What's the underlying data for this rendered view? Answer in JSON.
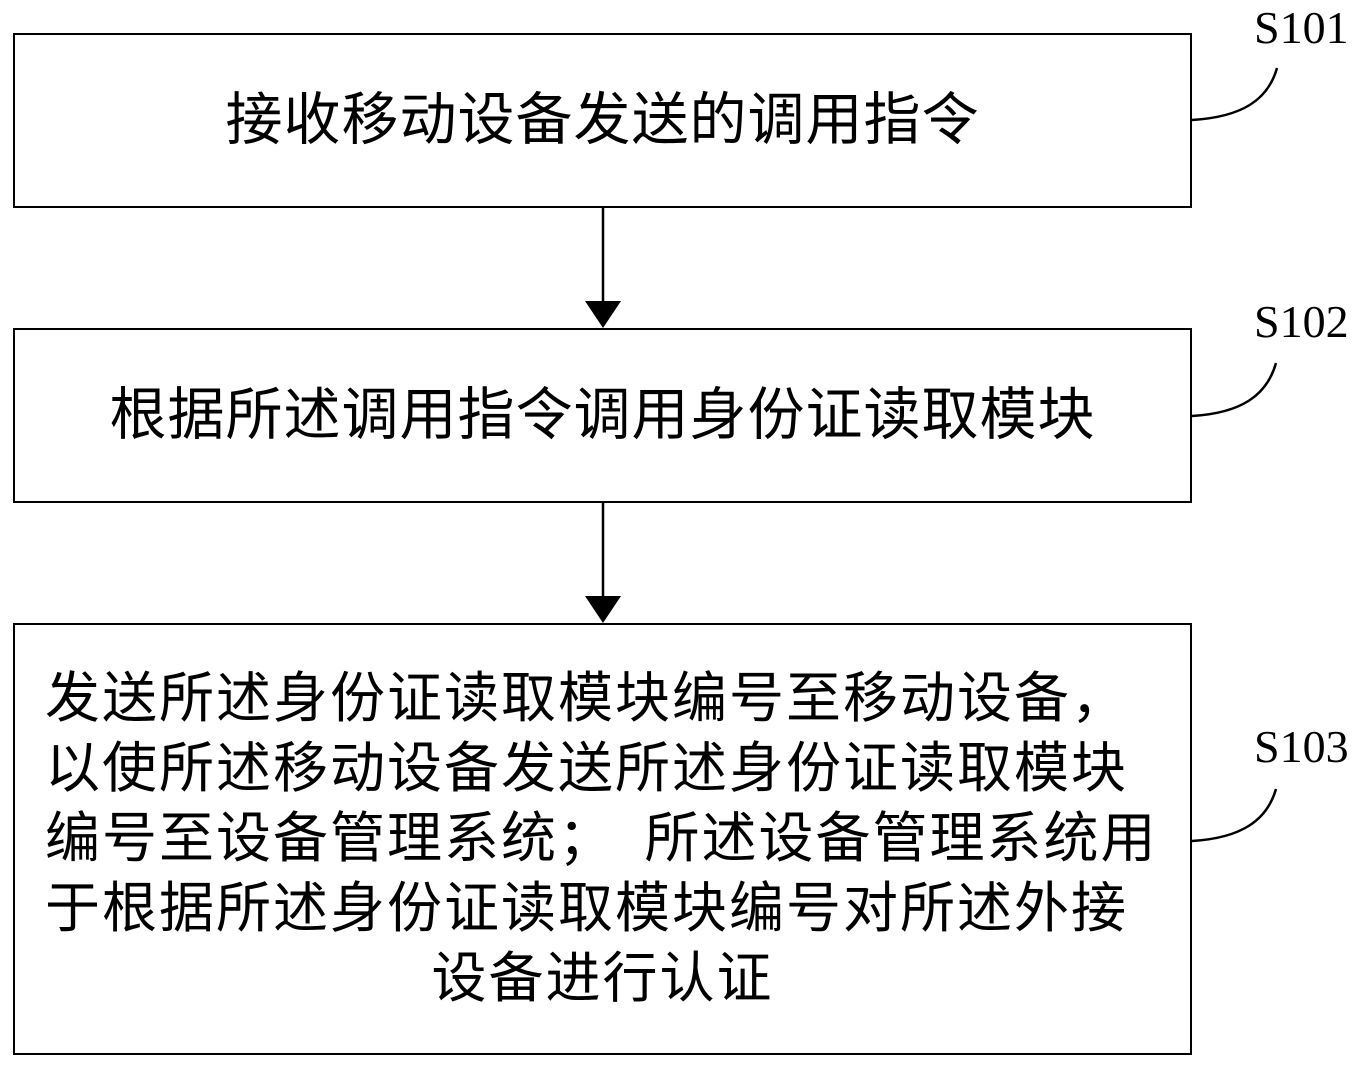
{
  "figure": {
    "background_color": "#ffffff",
    "ink_color": "#000000"
  },
  "flowchart": {
    "steps": [
      {
        "label": "S101",
        "text": "接收移动设备发送的调用指令"
      },
      {
        "label": "S102",
        "text": "根据所述调用指令调用身份证读取模块"
      },
      {
        "label": "S103",
        "lines": [
          "发送所述身份证读取模块编号至移动设备，",
          "以使所述移动设备发送所述身份证读取模块",
          "编号至设备管理系统；　所述设备管理系统用",
          "于根据所述身份证读取模块编号对所述外接",
          "设备进行认证"
        ]
      }
    ],
    "connectors": [
      {
        "from": "S101",
        "to": "S102",
        "type": "arrow-down"
      },
      {
        "from": "S102",
        "to": "S103",
        "type": "arrow-down"
      }
    ]
  }
}
